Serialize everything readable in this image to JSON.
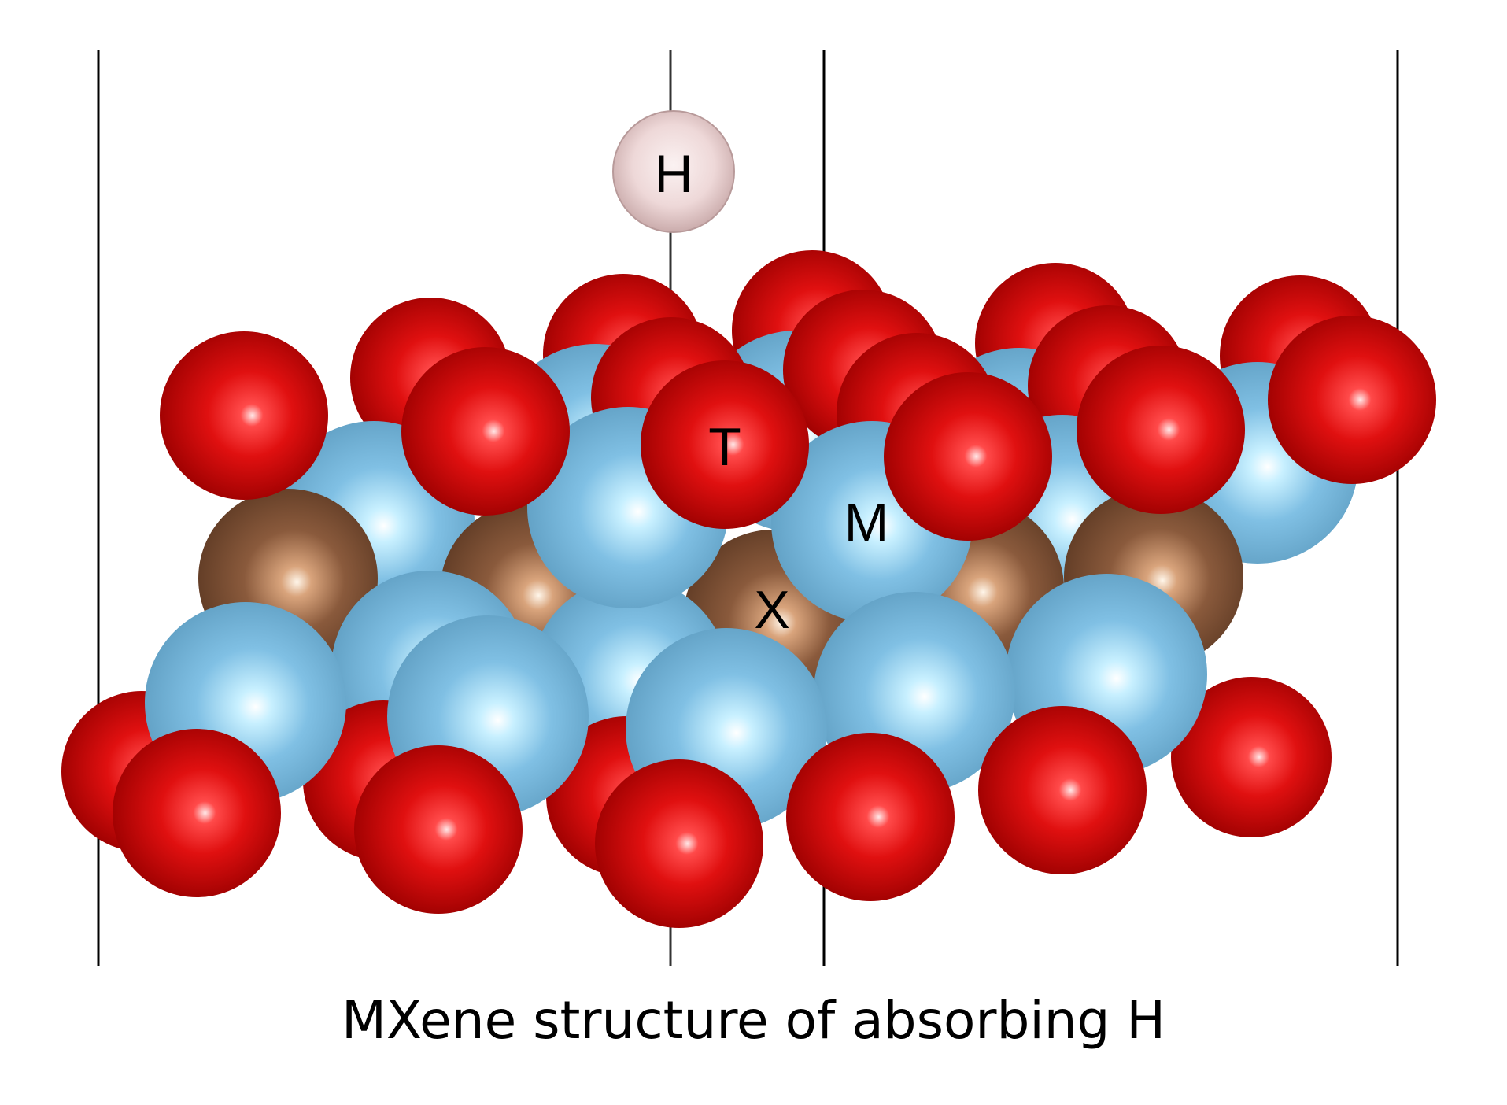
{
  "caption": "MXene structure of absorbing H",
  "labels": {
    "hydrogen": "H",
    "termination": "T",
    "metal": "M",
    "carbon": "X"
  },
  "colors": {
    "oxygen": "#e01010",
    "metal": "#7fbfe6",
    "carbon": "#8a5a3c",
    "hydrogen": "#f2dede",
    "cell_line": "#000000"
  }
}
